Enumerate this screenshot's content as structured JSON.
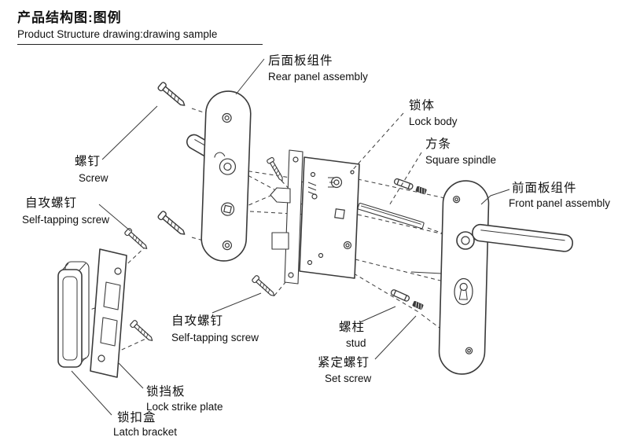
{
  "header": {
    "title_zh": "产品结构图:图例",
    "title_en": "Product Structure drawing:drawing sample"
  },
  "labels": {
    "rear_panel": {
      "zh": "后面板组件",
      "en": "Rear panel assembly"
    },
    "lock_body": {
      "zh": "锁体",
      "en": "Lock body"
    },
    "square_spindle": {
      "zh": "方条",
      "en": "Square spindle"
    },
    "front_panel": {
      "zh": "前面板组件",
      "en": "Front panel assembly"
    },
    "screw": {
      "zh": "螺钉",
      "en": "Screw"
    },
    "self_tapping_screw_left": {
      "zh": "自攻螺钉",
      "en": "Self-tapping screw"
    },
    "self_tapping_screw_bottom": {
      "zh": "自攻螺钉",
      "en": "Self-tapping screw"
    },
    "stud": {
      "zh": "螺柱",
      "en": "stud"
    },
    "set_screw": {
      "zh": "紧定螺钉",
      "en": "Set screw"
    },
    "lock_strike_plate": {
      "zh": "锁挡板",
      "en": "Lock strike plate"
    },
    "latch_bracket": {
      "zh": "锁扣盒",
      "en": "Latch bracket"
    }
  },
  "colors": {
    "line": "#3a3a3a",
    "text": "#111111",
    "background": "#ffffff"
  }
}
